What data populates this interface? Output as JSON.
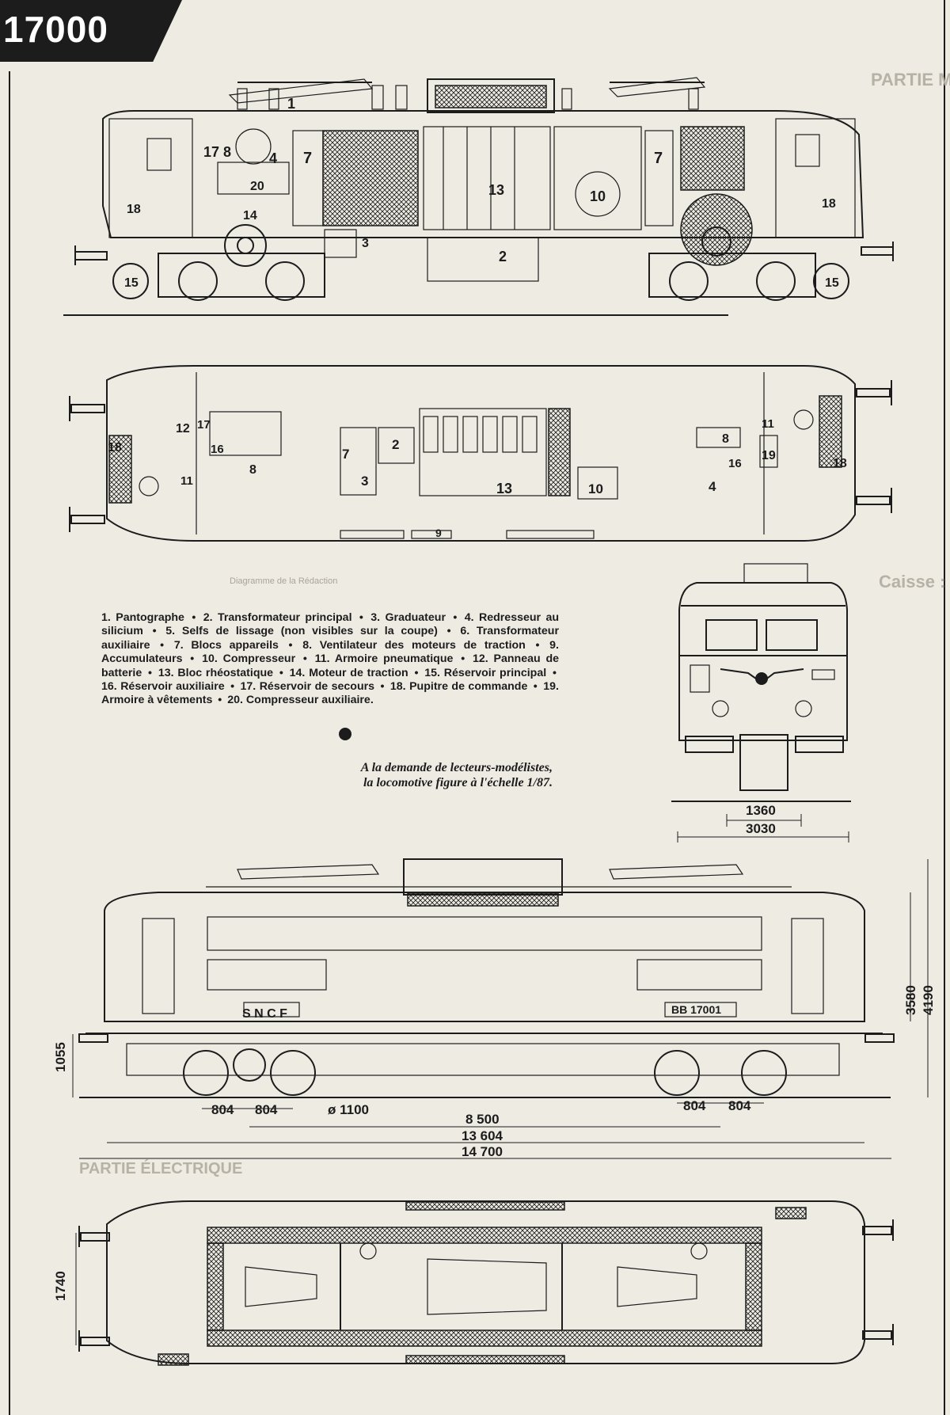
{
  "badge": "17000",
  "legend": {
    "items": [
      {
        "n": "1.",
        "t": "Pantographe"
      },
      {
        "n": "2.",
        "t": "Transformateur principal"
      },
      {
        "n": "3.",
        "t": "Graduateur"
      },
      {
        "n": "4.",
        "t": "Redresseur au silicium"
      },
      {
        "n": "5.",
        "t": "Selfs de lissage (non visibles sur la coupe)"
      },
      {
        "n": "6.",
        "t": "Transformateur auxiliaire"
      },
      {
        "n": "7.",
        "t": "Blocs appareils"
      },
      {
        "n": "8.",
        "t": "Ventilateur des moteurs de traction"
      },
      {
        "n": "9.",
        "t": "Accumulateurs"
      },
      {
        "n": "10.",
        "t": "Compresseur"
      },
      {
        "n": "11.",
        "t": "Armoire pneumatique"
      },
      {
        "n": "12.",
        "t": "Panneau de batterie"
      },
      {
        "n": "13.",
        "t": "Bloc rhéostatique"
      },
      {
        "n": "14.",
        "t": "Moteur de traction"
      },
      {
        "n": "15.",
        "t": "Réservoir principal"
      },
      {
        "n": "16.",
        "t": "Réservoir auxiliaire"
      },
      {
        "n": "17.",
        "t": "Réservoir de secours"
      },
      {
        "n": "18.",
        "t": "Pupitre de commande"
      },
      {
        "n": "19.",
        "t": "Armoire à vêtements"
      },
      {
        "n": "20.",
        "t": "Compresseur auxiliaire."
      }
    ]
  },
  "caption": {
    "line1": "A la demande de lecteurs-modélistes,",
    "line2": "la locomotive figure à l'échelle 1/87."
  },
  "credit": "Diagramme de la Rédaction",
  "background_text": {
    "partie_mecanique": "PARTIE MÉCANIQUE",
    "caisse": "Caisse :",
    "partie_electrique": "PARTIE ÉLECTRIQUE"
  },
  "callouts_side": [
    "1",
    "17",
    "8",
    "4",
    "7",
    "20",
    "13",
    "10",
    "7",
    "18",
    "18",
    "14",
    "3",
    "2",
    "15",
    "15"
  ],
  "callouts_plan": [
    "18",
    "12",
    "17",
    "16",
    "8",
    "11",
    "7",
    "2",
    "3",
    "13",
    "10",
    "8",
    "16",
    "4",
    "11",
    "19",
    "18",
    "9"
  ],
  "markings": {
    "sncf": "S N C F",
    "number": "BB 17001"
  },
  "dimensions": {
    "front_width_inner": "1360",
    "front_width_outer": "3030",
    "height_body": "3580",
    "height_total": "4190",
    "buffer_height": "1055",
    "bogie_wheelbase_left_a": "804",
    "bogie_wheelbase_left_b": "804",
    "wheel_diameter": "ø 1100",
    "bogie_wheelbase_right_a": "804",
    "bogie_wheelbase_right_b": "804",
    "bogie_centers": "8 500",
    "length_body": "13 604",
    "length_buffers": "14 700",
    "underframe_width": "1740"
  },
  "colors": {
    "ink": "#1c1c1c",
    "paper": "#eeebe3",
    "ghost": "#b7b2a6"
  }
}
